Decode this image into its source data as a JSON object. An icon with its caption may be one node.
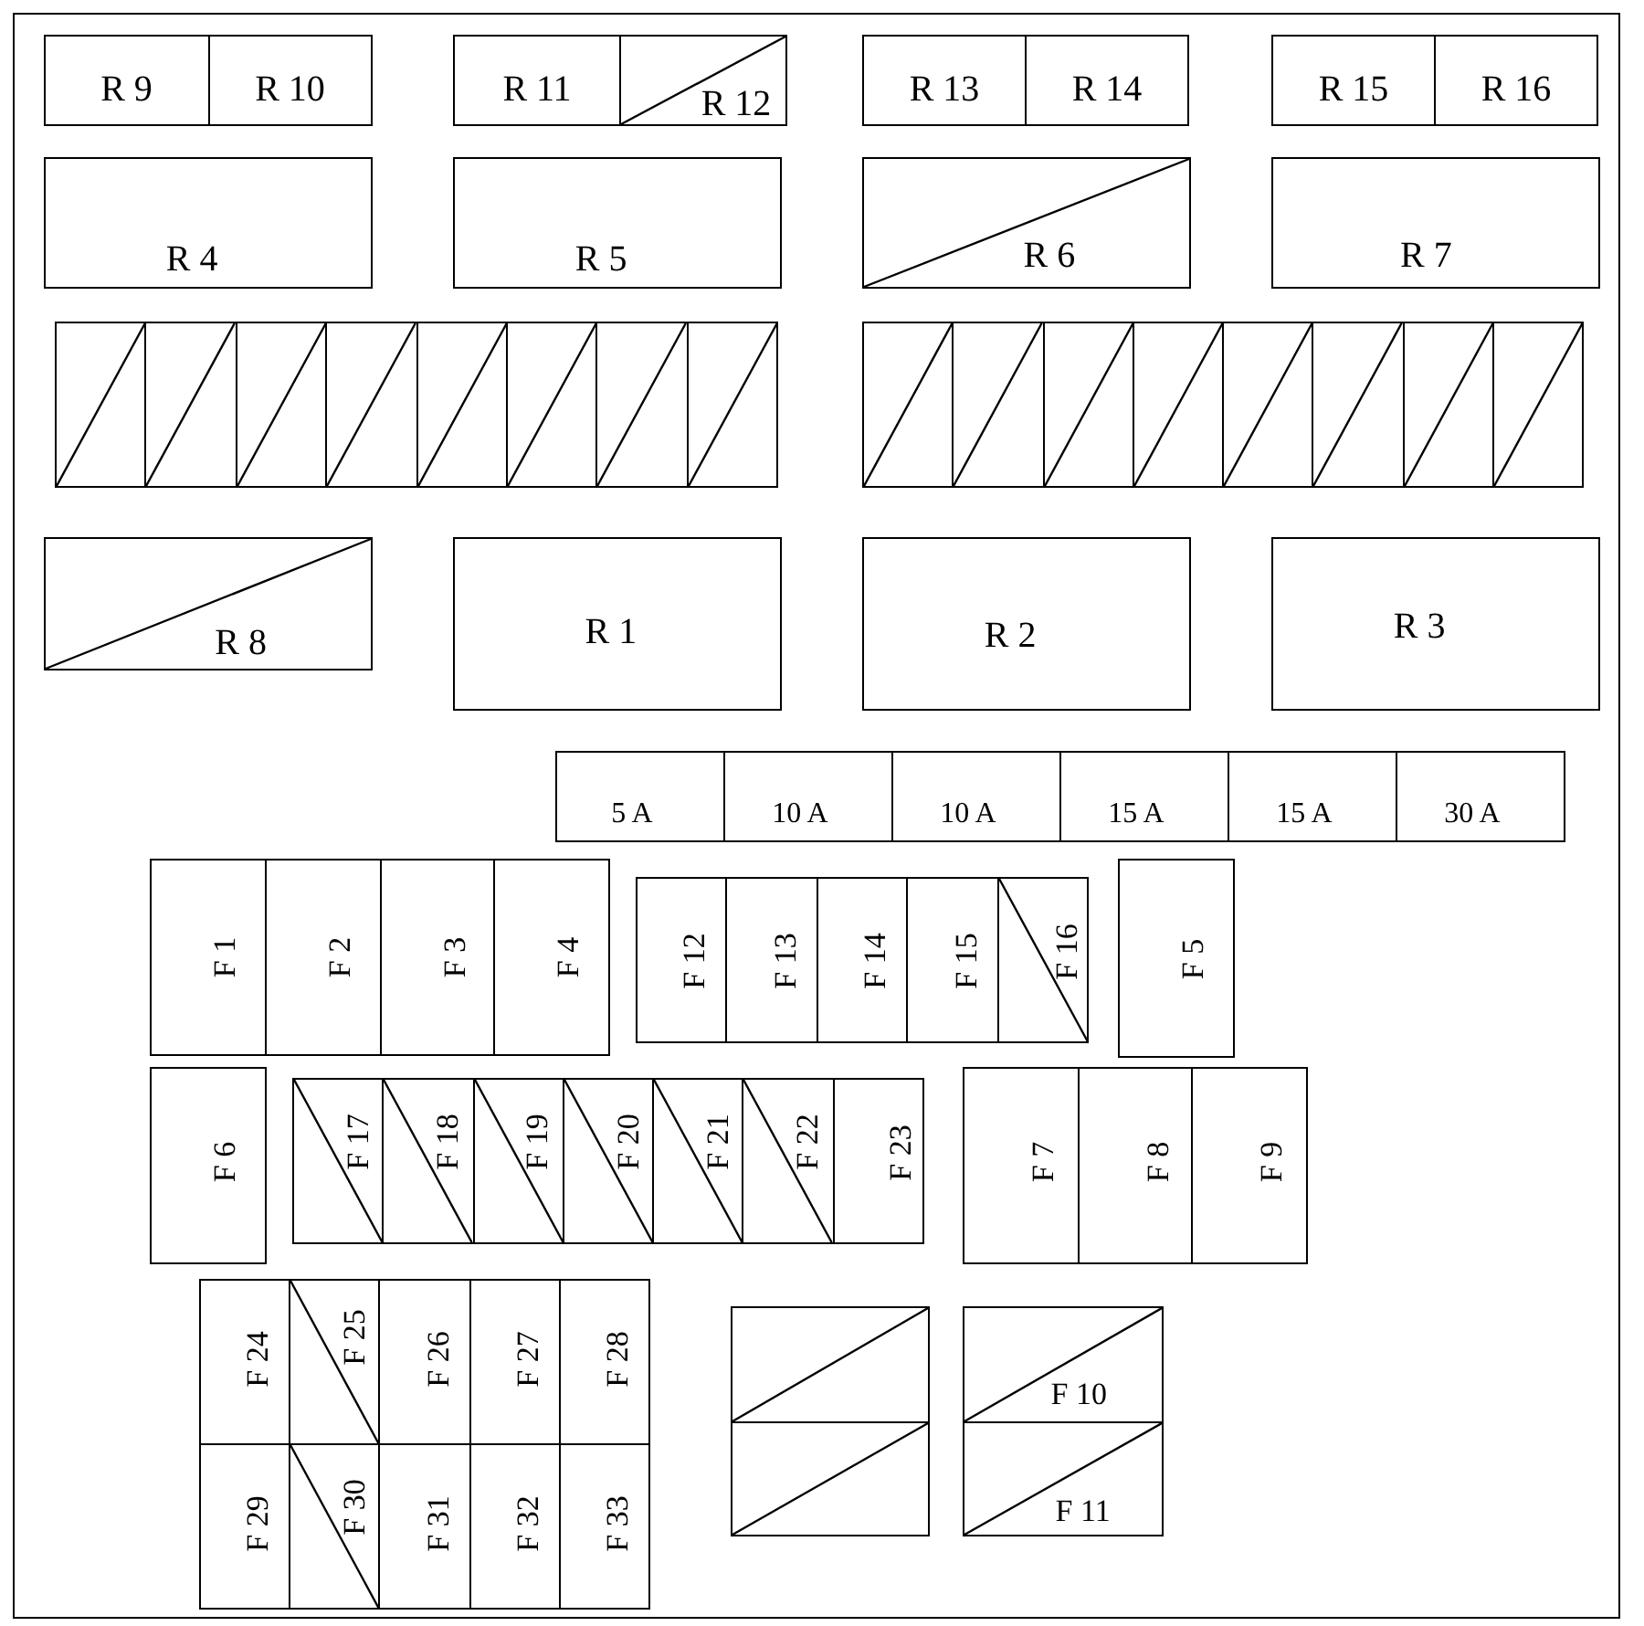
{
  "diagram": {
    "nodes": [
      {
        "text": [
          "R 9"
        ]
      },
      {
        "text": [
          "R 10"
        ]
      },
      {
        "text": [
          "R 11"
        ]
      },
      {
        "text": [
          "R 12"
        ]
      },
      {
        "text": [
          "R 13"
        ]
      },
      {
        "text": [
          "R 14"
        ]
      },
      {
        "text": [
          "R 15"
        ]
      },
      {
        "text": [
          "R 16"
        ]
      },
      {
        "text": [
          "R 4"
        ]
      },
      {
        "text": [
          "R 5"
        ]
      },
      {
        "text": [
          "R 6"
        ]
      },
      {
        "text": [
          "R 7"
        ]
      },
      {
        "text": [],
        "shape": "box"
      },
      {
        "text": [],
        "shape": "box"
      },
      {
        "text": [],
        "shape": "box"
      },
      {
        "text": [],
        "shape": "box"
      },
      {
        "text": [],
        "shape": "box"
      },
      {
        "text": [],
        "shape": "box"
      },
      {
        "text": [],
        "shape": "box"
      },
      {
        "text": [],
        "shape": "box"
      },
      {
        "text": [],
        "shape": "box"
      },
      {
        "text": [],
        "shape": "box"
      },
      {
        "text": [],
        "shape": "box"
      },
      {
        "text": [],
        "shape": "box"
      },
      {
        "text": [],
        "shape": "box"
      },
      {
        "text": [],
        "shape": "box"
      },
      {
        "text": [],
        "shape": "box"
      },
      {
        "text": [],
        "shape": "box"
      },
      {
        "text": [
          "R 8"
        ]
      },
      {
        "text": [
          "R 1"
        ]
      },
      {
        "text": [
          "R 2"
        ]
      },
      {
        "text": [
          "R 3"
        ]
      },
      {
        "text": [
          "5 A"
        ]
      },
      {
        "text": [
          "10 A"
        ]
      },
      {
        "text": [
          "10 A"
        ]
      },
      {
        "text": [
          "15 A"
        ]
      },
      {
        "text": [
          "15 A"
        ]
      },
      {
        "text": [
          "30 A"
        ]
      },
      {
        "text": [
          "F 1"
        ]
      },
      {
        "text": [
          "F 2"
        ]
      },
      {
        "text": [
          "F 3"
        ]
      },
      {
        "text": [
          "F 4"
        ]
      },
      {
        "text": [
          "F 12"
        ]
      },
      {
        "text": [
          "F 13"
        ]
      },
      {
        "text": [
          "F 14"
        ]
      },
      {
        "text": [
          "F 15"
        ]
      },
      {
        "text": [
          "F 16"
        ]
      },
      {
        "text": [
          "F 5"
        ]
      },
      {
        "text": [
          "F 6"
        ]
      },
      {
        "text": [
          "F 17"
        ]
      },
      {
        "text": [
          "F 18"
        ]
      },
      {
        "text": [
          "F 19"
        ]
      },
      {
        "text": [
          "F 20"
        ]
      },
      {
        "text": [
          "F 21"
        ]
      },
      {
        "text": [
          "F 22"
        ]
      },
      {
        "text": [
          "F 23"
        ]
      },
      {
        "text": [
          "F 7"
        ]
      },
      {
        "text": [
          "F 8"
        ]
      },
      {
        "text": [
          "F 9"
        ]
      },
      {
        "text": [
          "F 24"
        ]
      },
      {
        "text": [
          "F 25"
        ]
      },
      {
        "text": [
          "F 26"
        ]
      },
      {
        "text": [
          "F 27"
        ]
      },
      {
        "text": [
          "F 28"
        ]
      },
      {
        "text": [],
        "shape": "box"
      },
      {
        "text": [
          "F 10"
        ]
      },
      {
        "text": [
          "F 29"
        ]
      },
      {
        "text": [
          "F 30"
        ]
      },
      {
        "text": [
          "F 31"
        ]
      },
      {
        "text": [
          "F 32"
        ]
      },
      {
        "text": [
          "F 33"
        ]
      },
      {
        "text": [],
        "shape": "box"
      },
      {
        "text": [
          "F 11"
        ]
      }
    ]
  }
}
